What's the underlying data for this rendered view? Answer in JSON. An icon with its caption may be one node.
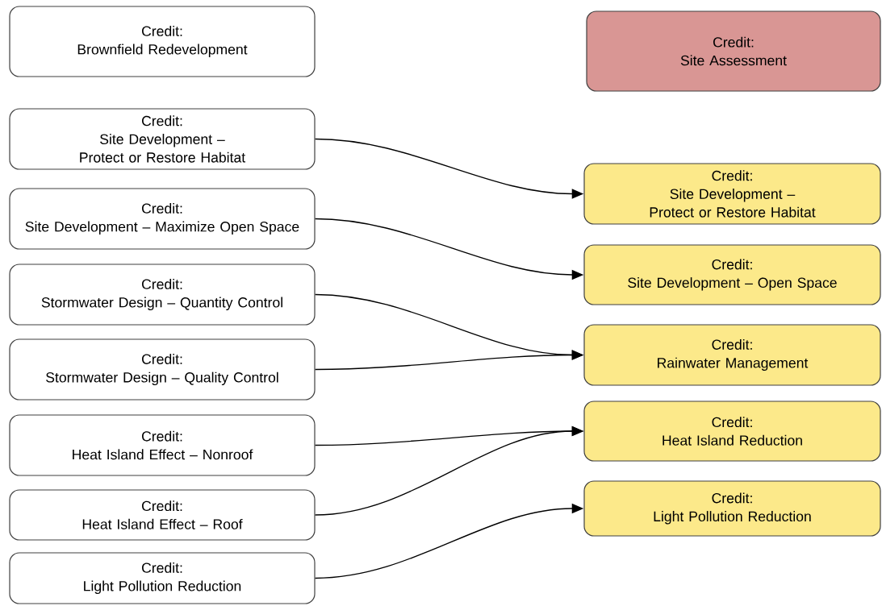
{
  "diagram": {
    "nodes": [
      {
        "text": [
          "Credit:",
          "Brownfield Redevelopment"
        ]
      },
      {
        "text": [
          "Credit:",
          "Site Development – Protect or Restore Habitat"
        ]
      },
      {
        "text": [
          "Credit:",
          "Site Development – Maximize Open Space"
        ]
      },
      {
        "text": [
          "Credit:",
          "Stormwater Design – Quantity Control"
        ]
      },
      {
        "text": [
          "Credit:",
          "Stormwater Design – Quality Control"
        ]
      },
      {
        "text": [
          "Credit:",
          "Heat Island Effect – Nonroof"
        ]
      },
      {
        "text": [
          "Credit:",
          "Heat Island Effect – Roof"
        ]
      },
      {
        "text": [
          "Credit:",
          "Light Pollution Reduction"
        ]
      },
      {
        "text": [
          "Credit:",
          "Site Assessment"
        ]
      },
      {
        "text": [
          "Credit:",
          "Site Development – Protect or Restore Habitat"
        ]
      },
      {
        "text": [
          "Credit:",
          "Site Development – Open Space"
        ]
      },
      {
        "text": [
          "Credit:",
          "Rainwater Management"
        ]
      },
      {
        "text": [
          "Credit:",
          "Heat Island Reduction"
        ]
      },
      {
        "text": [
          "Credit:",
          "Light Pollution Reduction"
        ]
      }
    ],
    "edges": [
      {
        "from": 1,
        "to": 9,
        "arrow": "to"
      },
      {
        "from": 2,
        "to": 10,
        "arrow": "to"
      },
      {
        "from": 3,
        "to": 11,
        "arrow": "to"
      },
      {
        "from": 4,
        "to": 11,
        "arrow": "to"
      },
      {
        "from": 5,
        "to": 12,
        "arrow": "to"
      },
      {
        "from": 6,
        "to": 12,
        "arrow": "to"
      },
      {
        "from": 7,
        "to": 13,
        "arrow": "to"
      }
    ]
  }
}
